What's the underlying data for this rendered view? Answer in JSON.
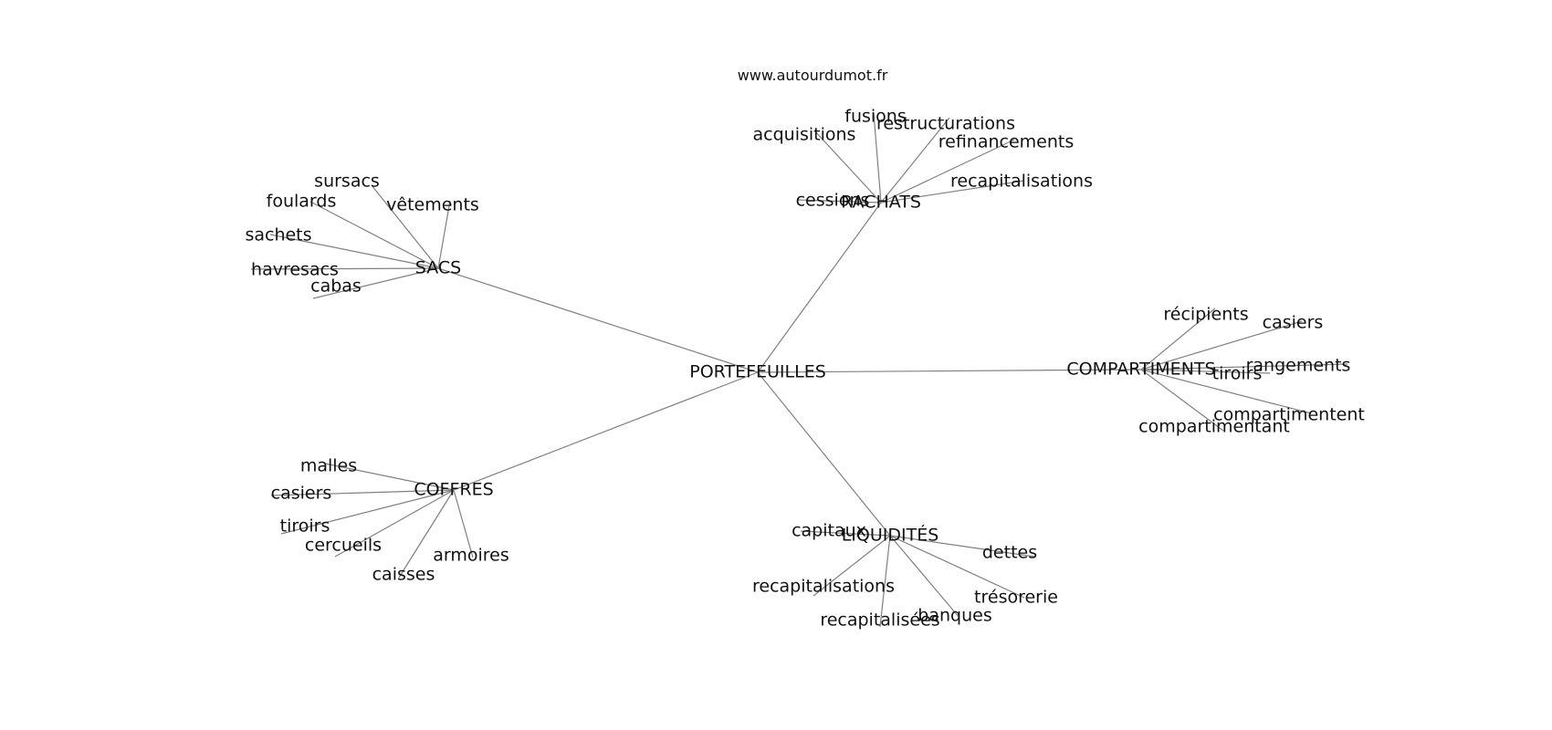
{
  "source": "www.autourdumot.fr",
  "center": "PORTEFEUILLES",
  "groups": [
    {
      "id": "sacs",
      "label": "SACS",
      "words": [
        "sursacs",
        "foulards",
        "vêtements",
        "sachets",
        "havresacs",
        "cabas"
      ]
    },
    {
      "id": "rachats",
      "label": "RACHATS",
      "words": [
        "fusions",
        "restructurations",
        "acquisitions",
        "refinancements",
        "recapitalisations",
        "cessions"
      ]
    },
    {
      "id": "compartiments",
      "label": "COMPARTIMENTS",
      "words": [
        "récipients",
        "casiers",
        "rangements",
        "tiroirs",
        "compartimentent",
        "compartimentant"
      ]
    },
    {
      "id": "coffres",
      "label": "COFFRES",
      "words": [
        "malles",
        "casiers",
        "tiroirs",
        "cercueils",
        "armoires",
        "caisses"
      ]
    },
    {
      "id": "liquidites",
      "label": "LIQUIDITÉS",
      "words": [
        "capitaux",
        "dettes",
        "recapitalisations",
        "trésorerie",
        "banques",
        "recapitalisées"
      ]
    }
  ]
}
